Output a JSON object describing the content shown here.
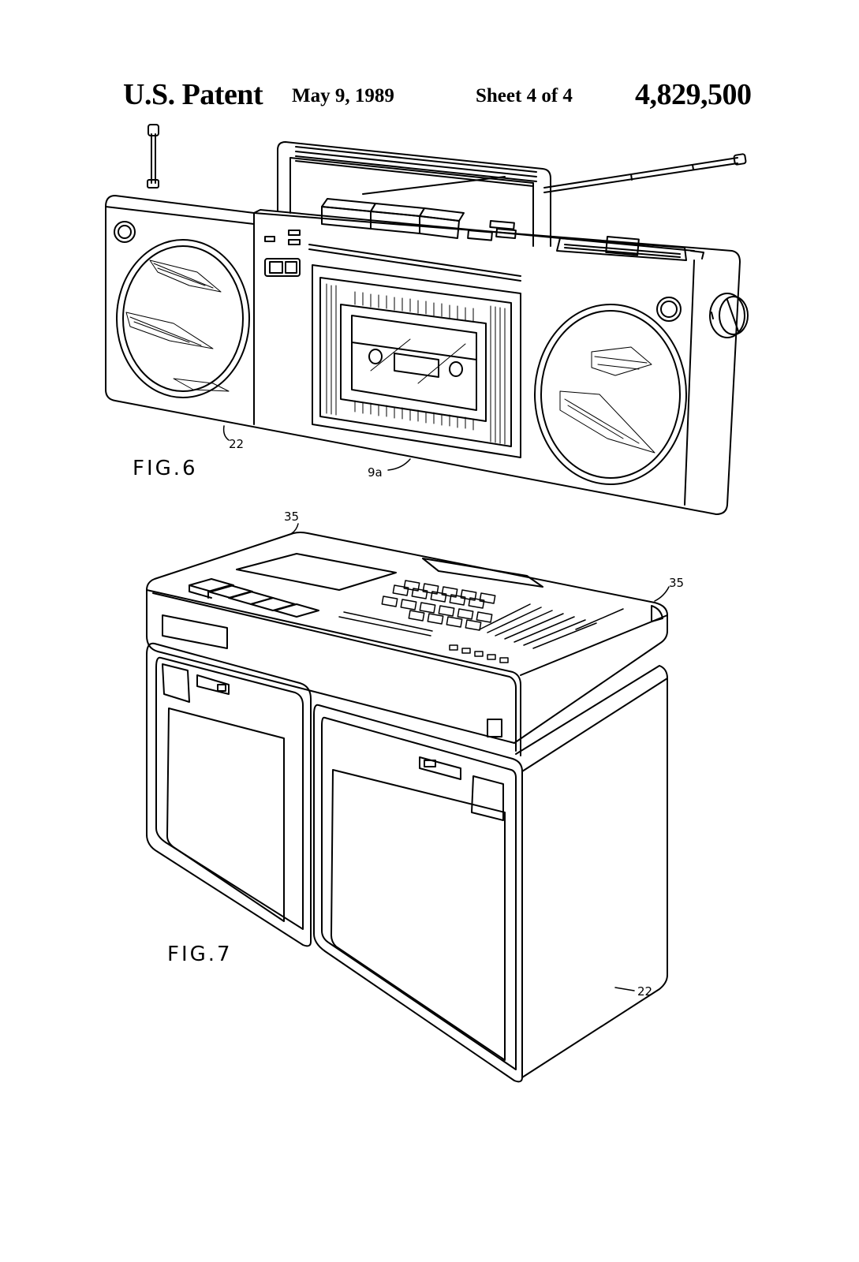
{
  "header": {
    "title": "U.S. Patent",
    "date": "May 9, 1989",
    "sheet": "Sheet 4 of 4",
    "patent_number": "4,829,500"
  },
  "figures": [
    {
      "label": "FIG.6",
      "refs": [
        "22",
        "9a"
      ]
    },
    {
      "label": "FIG.7",
      "refs": [
        "35",
        "35",
        "22"
      ]
    }
  ],
  "colors": {
    "ink": "#000000",
    "paper": "#ffffff"
  }
}
